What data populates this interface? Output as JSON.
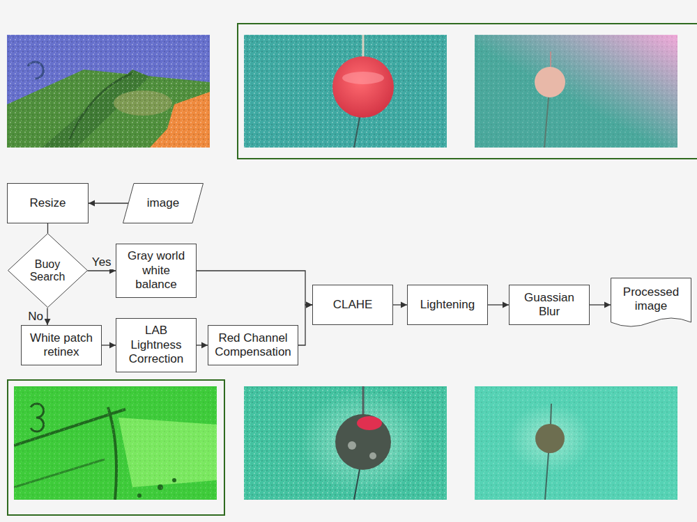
{
  "diagram": {
    "nodes": [
      {
        "text": [
          "Resize"
        ]
      },
      {
        "text": [
          "image"
        ]
      },
      {
        "text": [
          "Buoy Search"
        ]
      },
      {
        "text": [
          "Gray world white balance"
        ]
      },
      {
        "text": [
          "White patch retinex"
        ]
      },
      {
        "text": [
          "LAB Lightness Correction"
        ]
      },
      {
        "text": [
          "Red Channel Compensation"
        ]
      },
      {
        "text": [
          "CLAHE"
        ]
      },
      {
        "text": [
          "Lightening"
        ]
      },
      {
        "text": [
          "Guassian Blur"
        ]
      },
      {
        "text": [
          "Processed image"
        ]
      }
    ],
    "edges": [
      {
        "from": 1,
        "to": 0,
        "arrow": "to"
      },
      {
        "from": 0,
        "to": 2,
        "arrow": "none"
      },
      {
        "from": 2,
        "to": 3,
        "label": "Yes",
        "arrow": "to"
      },
      {
        "from": 2,
        "to": 4,
        "label": "No",
        "arrow": "to"
      },
      {
        "from": 4,
        "to": 5,
        "arrow": "to"
      },
      {
        "from": 5,
        "to": 6,
        "arrow": "to"
      },
      {
        "from": 3,
        "to": 7,
        "arrow": "to"
      },
      {
        "from": 6,
        "to": 7,
        "arrow": "to"
      },
      {
        "from": 7,
        "to": 8,
        "arrow": "to"
      },
      {
        "from": 8,
        "to": 9,
        "arrow": "to"
      },
      {
        "from": 9,
        "to": 10,
        "arrow": "to"
      }
    ]
  }
}
